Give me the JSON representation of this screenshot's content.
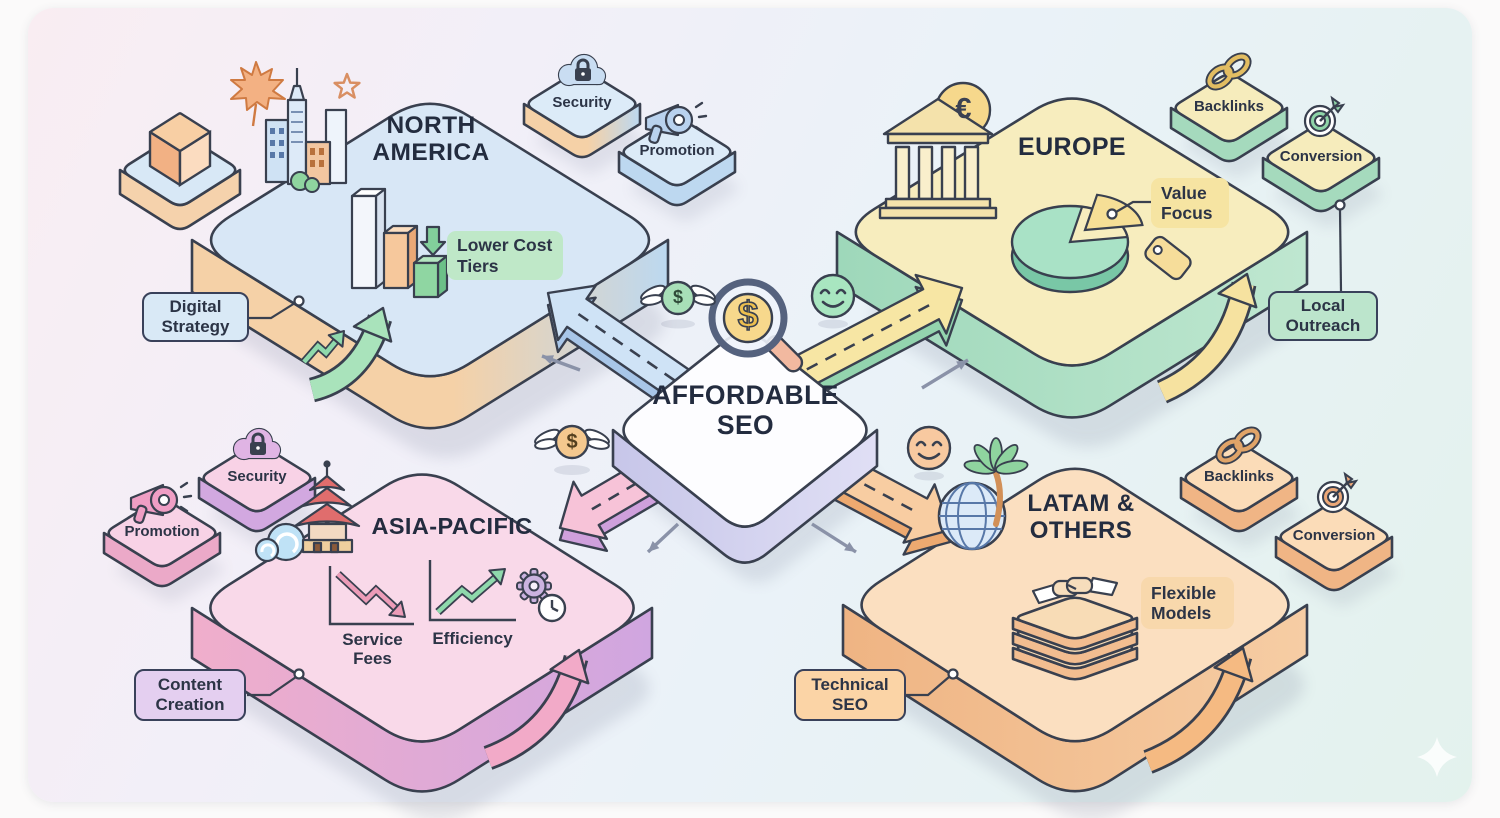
{
  "center": {
    "title": "AFFORDABLE SEO",
    "magnifier_symbol": "$",
    "coin_symbols": [
      "$",
      "$"
    ],
    "icons": [
      "magnifier-dollar",
      "winged-coin",
      "winged-coin",
      "smiley-face",
      "smiley-face"
    ]
  },
  "regions": {
    "north_america": {
      "title": "NORTH AMERICA",
      "badges": [
        {
          "label": "Security",
          "icon": "cloud-lock"
        },
        {
          "label": "Promotion",
          "icon": "megaphone"
        }
      ],
      "callouts": [
        {
          "label": "Digital Strategy"
        },
        {
          "label": "Lower Cost Tiers"
        }
      ],
      "icons": [
        "maple-leaf",
        "city-skyline",
        "star",
        "bar-chart-down",
        "growth-arrow"
      ]
    },
    "europe": {
      "title": "EUROPE",
      "coin_symbol": "€",
      "badges": [
        {
          "label": "Backlinks",
          "icon": "chain-link"
        },
        {
          "label": "Conversion",
          "icon": "target"
        }
      ],
      "callouts": [
        {
          "label": "Value Focus"
        },
        {
          "label": "Local Outreach"
        }
      ],
      "icons": [
        "bank",
        "euro-coin",
        "pie-chart",
        "price-tag",
        "growth-arrow"
      ]
    },
    "asia_pacific": {
      "title": "ASIA-PACIFIC",
      "badges": [
        {
          "label": "Security",
          "icon": "cloud-lock"
        },
        {
          "label": "Promotion",
          "icon": "megaphone"
        }
      ],
      "callouts": [
        {
          "label": "Content Creation"
        }
      ],
      "charts": [
        {
          "label": "Service Fees",
          "trend": "down"
        },
        {
          "label": "Efficiency",
          "trend": "up"
        }
      ],
      "icons": [
        "pagoda",
        "wave",
        "gear-clock",
        "growth-arrow"
      ]
    },
    "latam": {
      "title": "LATAM & OTHERS",
      "badges": [
        {
          "label": "Backlinks",
          "icon": "chain-link"
        },
        {
          "label": "Conversion",
          "icon": "target"
        }
      ],
      "callouts": [
        {
          "label": "Technical SEO"
        },
        {
          "label": "Flexible Models"
        }
      ],
      "icons": [
        "globe-palm",
        "handshake-layers",
        "growth-arrow"
      ]
    }
  },
  "colors": {
    "outline": "#39404f",
    "north_america": {
      "top": "#d8e7f6",
      "side_left": "#f5d1a7",
      "side_right": "#bcd8f0",
      "accent": "#bcd7f0"
    },
    "europe": {
      "top": "#f7edbe",
      "side_left": "#9ed8ba",
      "side_right": "#bfe7d0",
      "accent": "#f0d98a"
    },
    "asia_pacific": {
      "top": "#f9d9e9",
      "side_left": "#f0aecb",
      "side_right": "#d0a6e0",
      "accent": "#f2b3cf"
    },
    "latam": {
      "top": "#fbdfc0",
      "side_left": "#efb483",
      "side_right": "#f6cda4",
      "accent": "#f5c497"
    },
    "center": {
      "top": "#fdfdff",
      "side_left": "#c7c6e9",
      "side_right": "#e0dff5"
    }
  }
}
